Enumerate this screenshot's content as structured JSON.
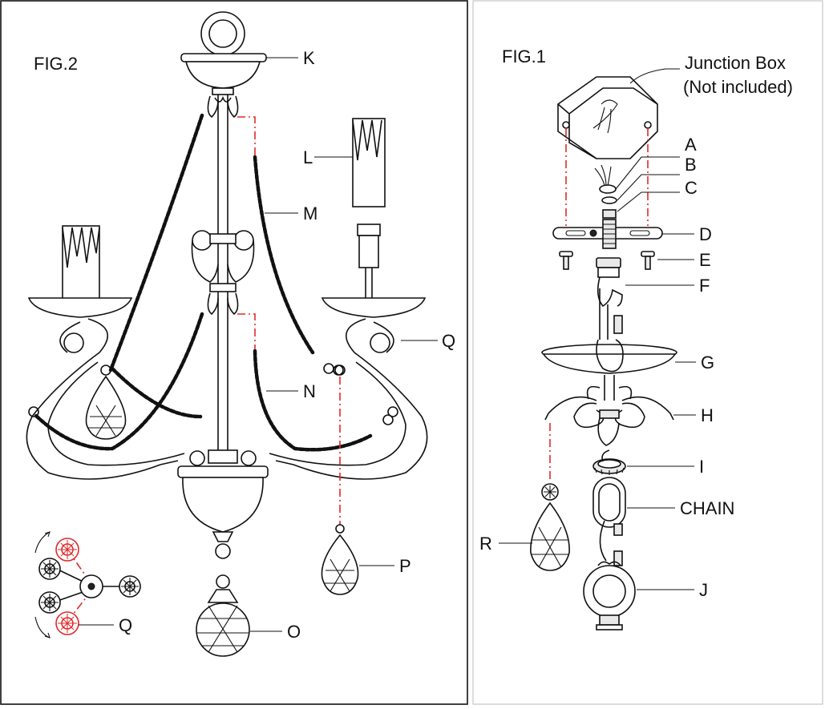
{
  "figures": {
    "fig2": {
      "title": "FIG.2",
      "labels": {
        "K": "K",
        "L": "L",
        "M": "M",
        "N": "N",
        "Q_arm": "Q",
        "P": "P",
        "O": "O",
        "Q_detail": "Q"
      }
    },
    "fig1": {
      "title": "FIG.1",
      "junction_box_line1": "Junction Box",
      "junction_box_line2": "(Not included)",
      "labels": {
        "A": "A",
        "B": "B",
        "C": "C",
        "D": "D",
        "E": "E",
        "F": "F",
        "G": "G",
        "H": "H",
        "I": "I",
        "CHAIN": "CHAIN",
        "J": "J",
        "R": "R"
      }
    }
  },
  "colors": {
    "line": "#111111",
    "accent_dash": "#e02a2a",
    "background": "#ffffff"
  }
}
